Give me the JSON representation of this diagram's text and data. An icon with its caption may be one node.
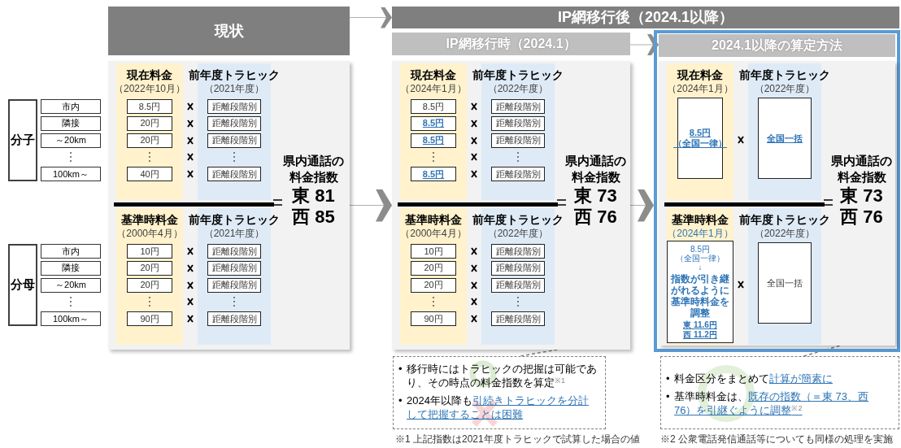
{
  "diagram": {
    "nodes": [
      {
        "text": [
          "現状"
        ]
      },
      {
        "text": [
          "IP網移行後（2024.1以降）"
        ]
      },
      {
        "text": [
          "IP網移行時（2024.1）"
        ]
      },
      {
        "text": [],
        "shape": "box"
      },
      {
        "text": [
          "2024.1以降の算定方法"
        ],
        "in": 3
      },
      {
        "text": [
          "分子"
        ]
      },
      {
        "text": [
          "市内"
        ]
      },
      {
        "text": [
          "隣接"
        ]
      },
      {
        "text": [
          "～20km"
        ]
      },
      {
        "text": [
          "100km～"
        ]
      },
      {
        "text": [
          "分母"
        ]
      },
      {
        "text": [
          "市内"
        ]
      },
      {
        "text": [
          "隣接"
        ]
      },
      {
        "text": [
          "～20km"
        ]
      },
      {
        "text": [
          "100km～"
        ]
      },
      {
        "text": [
          "県内通話の料金指数",
          "東 81",
          "西 85"
        ]
      },
      {
        "text": [
          "現在料金",
          "（2022年10月）"
        ],
        "in": 15
      },
      {
        "text": [
          "8.5円"
        ],
        "in": 16
      },
      {
        "text": [
          "20円"
        ],
        "in": 16
      },
      {
        "text": [
          "20円"
        ],
        "in": 16
      },
      {
        "text": [
          "40円"
        ],
        "in": 16
      },
      {
        "text": [
          "前年度トラヒック",
          "（2021年度）"
        ],
        "in": 15
      },
      {
        "text": [
          "距離段階別"
        ],
        "in": 21
      },
      {
        "text": [
          "距離段階別"
        ],
        "in": 21
      },
      {
        "text": [
          "距離段階別"
        ],
        "in": 21
      },
      {
        "text": [
          "距離段階別"
        ],
        "in": 21
      },
      {
        "text": [
          "基準時料金",
          "（2000年4月）"
        ],
        "in": 15
      },
      {
        "text": [
          "10円"
        ],
        "in": 26
      },
      {
        "text": [
          "20円"
        ],
        "in": 26
      },
      {
        "text": [
          "20円"
        ],
        "in": 26
      },
      {
        "text": [
          "90円"
        ],
        "in": 26
      },
      {
        "text": [
          "前年度トラヒック",
          "（2021年度）"
        ],
        "in": 15
      },
      {
        "text": [
          "距離段階別"
        ],
        "in": 31
      },
      {
        "text": [
          "距離段階別"
        ],
        "in": 31
      },
      {
        "text": [
          "距離段階別"
        ],
        "in": 31
      },
      {
        "text": [
          "距離段階別"
        ],
        "in": 31
      },
      {
        "text": [
          "県内通話の料金指数",
          "東 73",
          "西 76"
        ]
      },
      {
        "text": [
          "現在料金",
          "（2024年1月）"
        ],
        "in": 36
      },
      {
        "text": [
          "8.5円"
        ],
        "in": 37
      },
      {
        "text": [
          "8.5円"
        ],
        "in": 37
      },
      {
        "text": [
          "8.5円"
        ],
        "in": 37
      },
      {
        "text": [
          "8.5円"
        ],
        "in": 37
      },
      {
        "text": [
          "前年度トラヒック",
          "（2022年度）"
        ],
        "in": 36
      },
      {
        "text": [
          "距離段階別"
        ],
        "in": 42
      },
      {
        "text": [
          "距離段階別"
        ],
        "in": 42
      },
      {
        "text": [
          "距離段階別"
        ],
        "in": 42
      },
      {
        "text": [
          "距離段階別"
        ],
        "in": 42
      },
      {
        "text": [
          "基準時料金",
          "（2000年4月）"
        ],
        "in": 36
      },
      {
        "text": [
          "10円"
        ],
        "in": 47
      },
      {
        "text": [
          "20円"
        ],
        "in": 47
      },
      {
        "text": [
          "20円"
        ],
        "in": 47
      },
      {
        "text": [
          "90円"
        ],
        "in": 47
      },
      {
        "text": [
          "前年度トラヒック",
          "（2022年度）"
        ],
        "in": 36
      },
      {
        "text": [
          "距離段階別"
        ],
        "in": 52
      },
      {
        "text": [
          "距離段階別"
        ],
        "in": 52
      },
      {
        "text": [
          "距離段階別"
        ],
        "in": 52
      },
      {
        "text": [
          "距離段階別"
        ],
        "in": 52
      },
      {
        "text": [
          "県内通話の料金指数",
          "東 73",
          "西 76"
        ],
        "in": 3
      },
      {
        "text": [
          "現在料金",
          "（2024年1月）"
        ],
        "in": 57
      },
      {
        "text": [
          "8.5円",
          "（全国一律）"
        ],
        "in": 58
      },
      {
        "text": [
          "前年度トラヒック",
          "（2022年度）"
        ],
        "in": 57
      },
      {
        "text": [
          "全国一括"
        ],
        "in": 60
      },
      {
        "text": [
          "基準時料金",
          "（2024年1月）"
        ],
        "in": 57
      },
      {
        "text": [
          "8.5円",
          "（全国一律）",
          "↓",
          "指数が引き継がれるように基準時料金を調整",
          "東 11.6円",
          "西 11.2円"
        ],
        "in": 62
      },
      {
        "text": [
          "前年度トラヒック",
          "（2022年度）"
        ],
        "in": 57
      },
      {
        "text": [
          "全国一括"
        ],
        "in": 64
      },
      {
        "text": [
          "•",
          "移行時にはトラヒックの把握は可能であり、その時点の料金指数を算定$^{※1}$",
          "•",
          "2024年以降も",
          "引続きトラヒックを分計して把握することは困難"
        ]
      },
      {
        "text": [
          "•",
          "料金区分をまとめて",
          "計算が簡素に",
          "•",
          "基準時料金は、",
          "既存の指数（＝東 73、西 76）を引継ぐように調整$^{※2}$"
        ]
      }
    ],
    "edges": [
      {
        "from": 0,
        "to": 1,
        "arrow": "to"
      },
      {
        "from": 2,
        "to": 4,
        "arrow": "to"
      },
      {
        "from": 15,
        "to": 36,
        "arrow": "to"
      },
      {
        "from": 36,
        "to": 3,
        "arrow": "to"
      },
      {
        "from": 66,
        "to": 36,
        "arrow": "none",
        "style": "dashed"
      },
      {
        "from": 67,
        "to": 57,
        "arrow": "none",
        "style": "dashed"
      }
    ],
    "labels": [
      "※1 上記指数は2021年度トラヒックで試算した場合の値",
      "※2 公衆電話発信通話等についても同様の処理を実施"
    ]
  }
}
